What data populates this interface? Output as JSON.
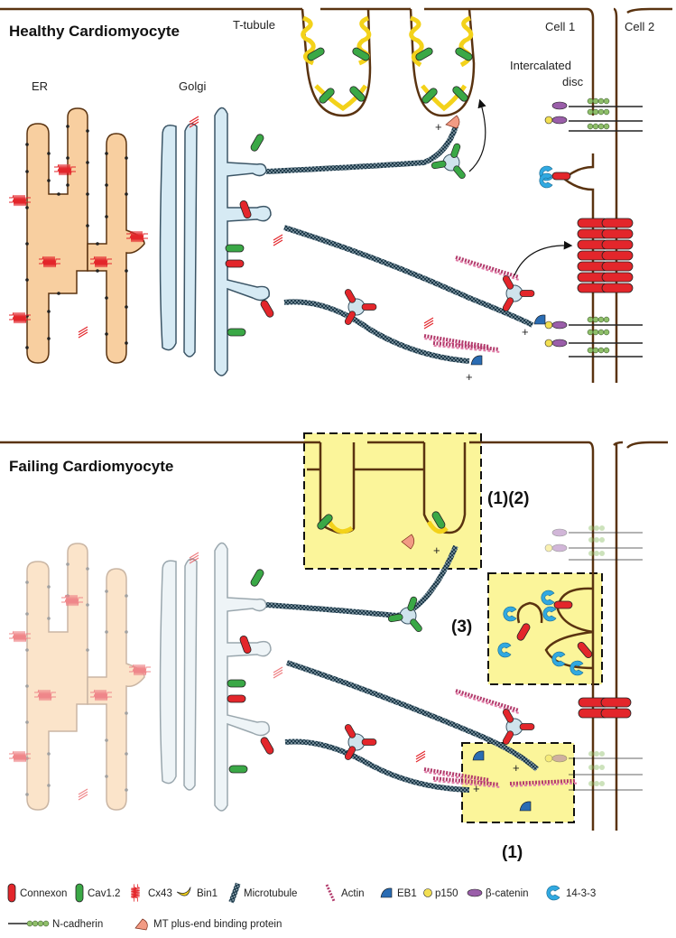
{
  "healthy": {
    "title": "Healthy Cardiomyocyte",
    "t_tubule": "T-tubule",
    "cell1": "Cell 1",
    "cell2": "Cell 2",
    "intercalated1": "Intercalated",
    "intercalated2": "disc",
    "er": "ER",
    "golgi": "Golgi",
    "plus": "+"
  },
  "failing": {
    "title": "Failing Cardiomyocyte",
    "box_12": "(1)(2)",
    "box_3": "(3)",
    "box_1": "(1)",
    "plus": "+"
  },
  "legend": {
    "connexon": "Connexon",
    "cav12": "Cav1.2",
    "cx43": "Cx43",
    "bin1": "Bin1",
    "microtubule": "Microtubule",
    "actin": "Actin",
    "eb1": "EB1",
    "p150": "p150",
    "beta_catenin": "β-catenin",
    "p1433": "14-3-3",
    "ncadherin": "N-cadherin",
    "mt_plus": "MT plus-end binding protein"
  },
  "colors": {
    "membrane": "#5a3310",
    "er": "#f8cfa0",
    "golgi": "#d6eaf4",
    "connexon": "#e3262b",
    "cav": "#3aa846",
    "bin1": "#f3d21a",
    "microtubule": "#1e3a4a",
    "eb1": "#2a6cb3",
    "p150": "#f2df52",
    "catenin": "#9a5ea9",
    "p1433": "#31a9e1",
    "cadherin": "#8fbf6a",
    "box": "#fbf59a",
    "mtplus": "#f29b84"
  }
}
